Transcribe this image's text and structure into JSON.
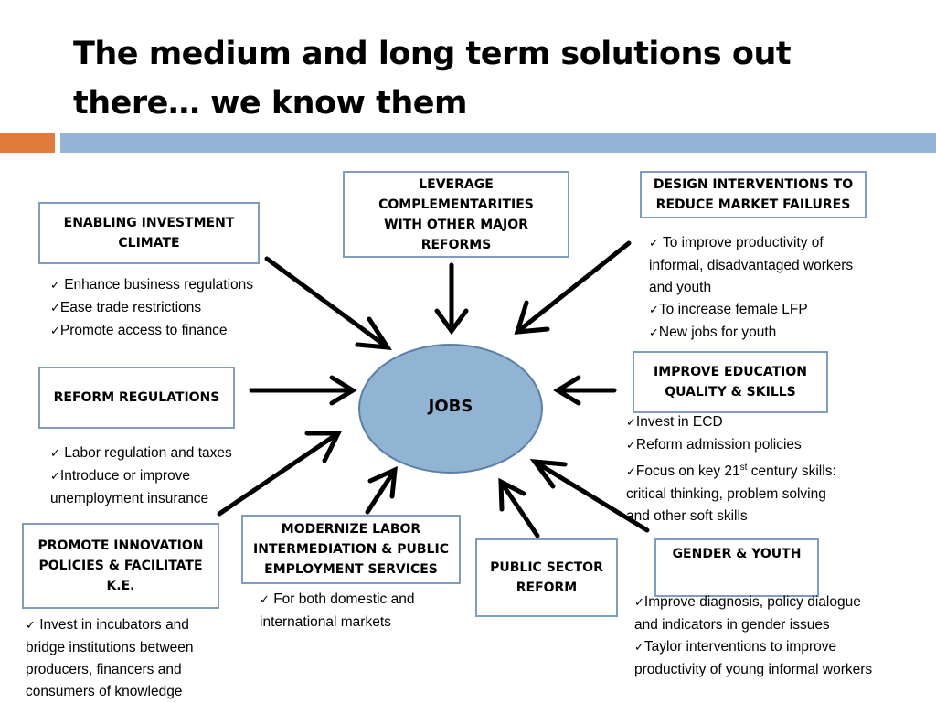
{
  "slide": {
    "title_line1": "The medium and long term solutions out",
    "title_line2": "there… we know them"
  },
  "colors": {
    "accent_orange": "#e07b3c",
    "accent_blue": "#95b3d7",
    "box_border": "#7f9dbf",
    "ellipse_fill": "#92b4d3",
    "ellipse_stroke": "#5b7fa6"
  },
  "center": {
    "label": "JOBS"
  },
  "boxes": {
    "enabling": {
      "line1": "ENABLING INVESTMENT",
      "line2": "CLIMATE"
    },
    "leverage": {
      "line1": "LEVERAGE",
      "line2": "COMPLEMENTARITIES",
      "line3": "WITH OTHER MAJOR",
      "line4": "REFORMS"
    },
    "design": {
      "line1": "DESIGN INTERVENTIONS TO",
      "line2": "REDUCE MARKET FAILURES"
    },
    "reform": {
      "line1": "REFORM REGULATIONS"
    },
    "education": {
      "line1": "IMPROVE EDUCATION",
      "line2": "QUALITY & SKILLS"
    },
    "innovation": {
      "line1": "PROMOTE INNOVATION",
      "line2": "POLICIES & FACILITATE",
      "line3": "K.E."
    },
    "labor": {
      "line1": "MODERNIZE LABOR",
      "line2": "INTERMEDIATION & PUBLIC",
      "line3": "EMPLOYMENT SERVICES"
    },
    "public": {
      "line1": "PUBLIC SECTOR",
      "line2": "REFORM"
    },
    "gender": {
      "line1": "GENDER & YOUTH"
    }
  },
  "bullets": {
    "enabling": [
      " Enhance business regulations",
      "Ease trade restrictions",
      "Promote access to finance"
    ],
    "design": [
      "To improve productivity of",
      "informal, disadvantaged workers",
      "and youth",
      "To increase female LFP",
      "New jobs for youth"
    ],
    "reform": [
      " Labor regulation and taxes",
      "Introduce or improve",
      "unemployment insurance"
    ],
    "education": [
      "Invest in ECD",
      "Reform admission policies",
      "Focus on key 21",
      "st",
      " century skills:",
      "critical thinking, problem solving",
      "and other soft skills"
    ],
    "innovation": [
      " Invest in incubators and",
      "bridge institutions between",
      "producers, financers and",
      "consumers of knowledge"
    ],
    "labor": [
      " For both domestic and",
      "international markets"
    ],
    "gender": [
      "Improve diagnosis, policy dialogue",
      "and indicators in gender issues",
      "Taylor interventions to improve",
      "productivity of young informal workers"
    ]
  },
  "icons": {
    "check": "check-icon",
    "arrow": "arrow-icon"
  }
}
